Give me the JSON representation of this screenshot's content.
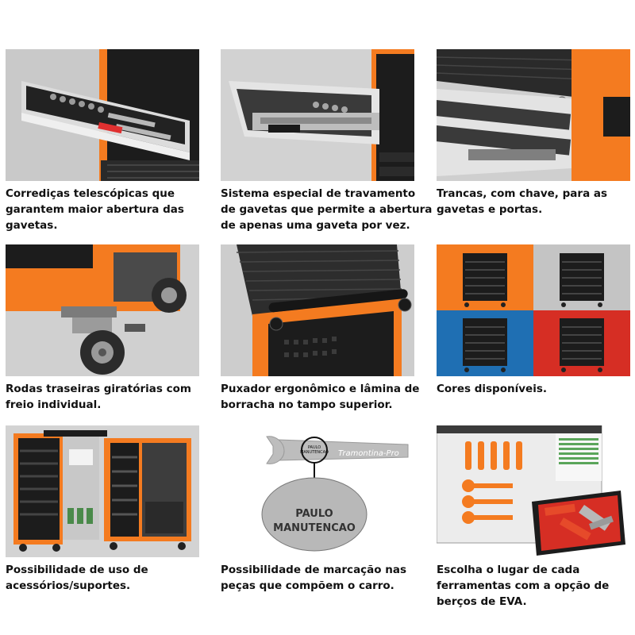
{
  "colors": {
    "orange": "#f47b20",
    "black": "#1c1c1c",
    "gray_bg": "#cfcfcf",
    "blue": "#1f6fb3",
    "red": "#d62e24"
  },
  "features": [
    {
      "image": "drawer-open-with-tool-tray",
      "caption": [
        "Corrediças telescópicas que",
        "garantem maior abertura das",
        "gavetas."
      ]
    },
    {
      "image": "drawer-slide-lock-mechanism",
      "caption": [
        "Sistema especial de travamento",
        "de gavetas que permite a abertura",
        "de apenas uma gaveta por vez."
      ]
    },
    {
      "image": "key-lock-on-cabinet",
      "caption": [
        "Trancas, com chave, para as",
        "gavetas e portas."
      ]
    },
    {
      "image": "swivel-caster-with-brake",
      "caption": [
        "Rodas traseiras giratórias com",
        "freio individual."
      ]
    },
    {
      "image": "ergonomic-handle-rubber-top",
      "caption": [
        "Puxador ergonômico e lâmina de",
        "borracha no tampo superior."
      ]
    },
    {
      "image": "color-options-grid",
      "caption": [
        "Cores disponíveis."
      ]
    },
    {
      "image": "cabinets-with-accessories",
      "caption": [
        "Possibilidade de uso de",
        "acessórios/suportes."
      ]
    },
    {
      "image": "engraved-wrench",
      "caption": [
        "Possibilidade de marcação nas",
        "peças que compõem o carro."
      ]
    },
    {
      "image": "eva-tray-software",
      "caption": [
        "Escolha o lugar de cada",
        "ferramentas com a opção de",
        "berços de EVA."
      ]
    }
  ],
  "wrench_engraving": {
    "small_label_line1": "PAULO",
    "small_label_line2": "MANUTENCAO",
    "brand": "Tramontina-Pro",
    "large_label_line1": "PAULO",
    "large_label_line2": "MANUTENCAO"
  }
}
